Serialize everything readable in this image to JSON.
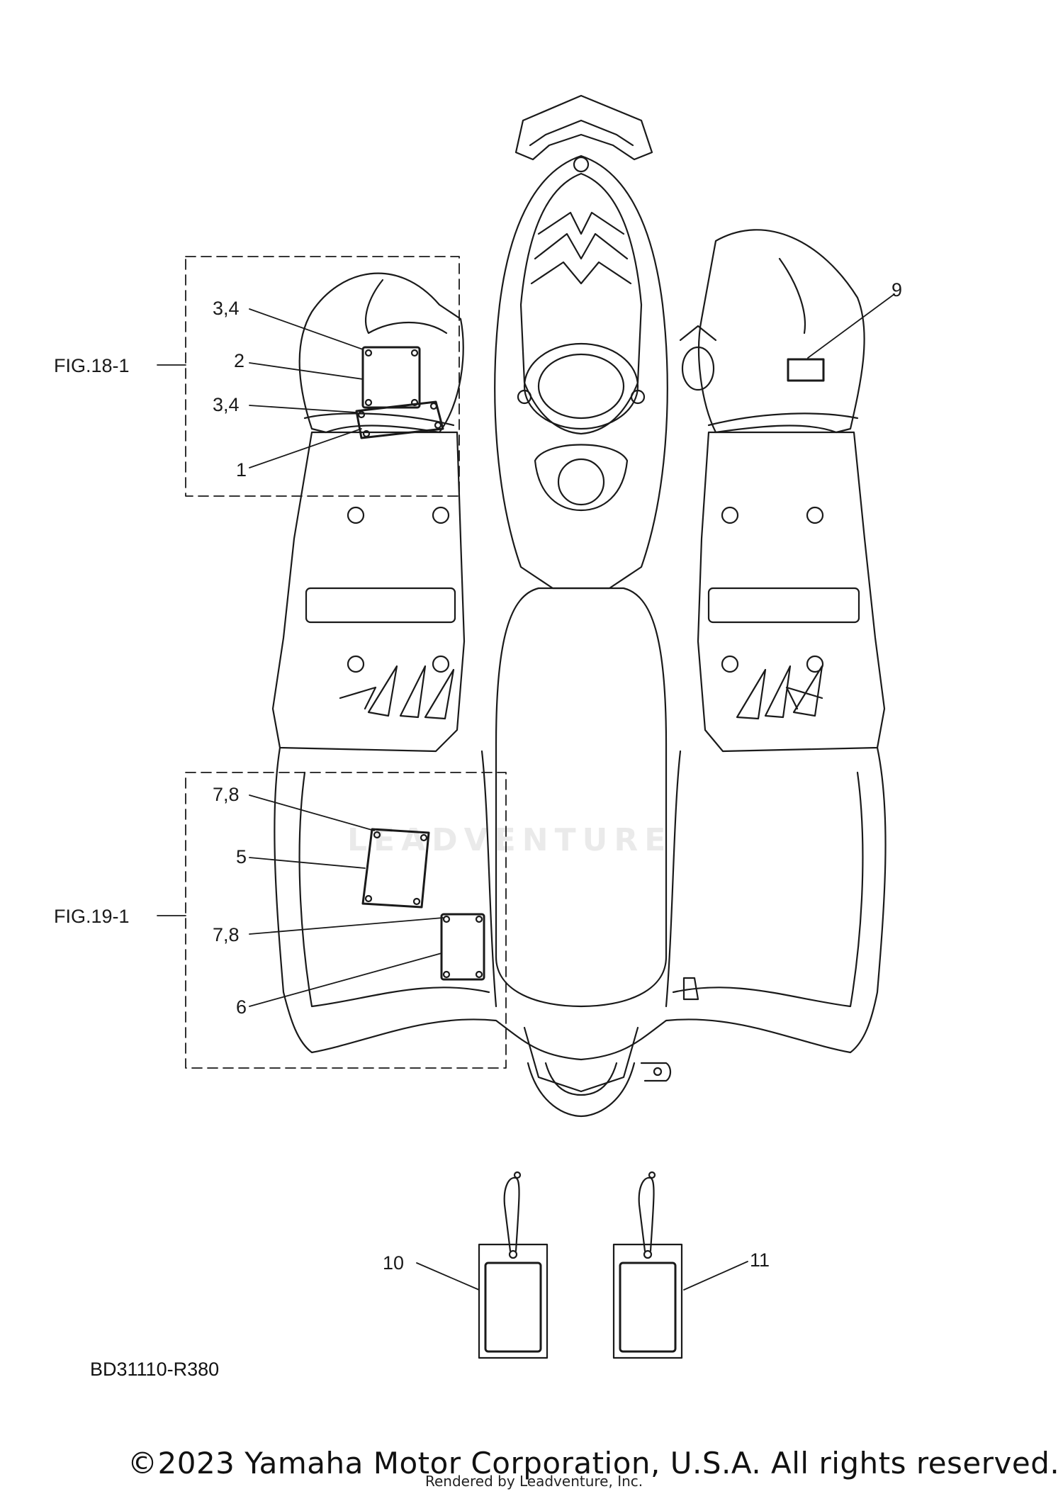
{
  "figures": {
    "fig18": "FIG.18-1",
    "fig19": "FIG.19-1"
  },
  "callouts": {
    "c1": "1",
    "c2": "2",
    "c34a": "3,4",
    "c34b": "3,4",
    "c5": "5",
    "c6": "6",
    "c78a": "7,8",
    "c78b": "7,8",
    "c9": "9",
    "c10": "10",
    "c11": "11"
  },
  "diagram_code": "BD31110-R380",
  "watermark": "LEADVENTURE",
  "copyright": "©2023 Yamaha Motor Corporation, U.S.A. All rights reserved.",
  "rendered_by": "Rendered by Leadventure, Inc."
}
